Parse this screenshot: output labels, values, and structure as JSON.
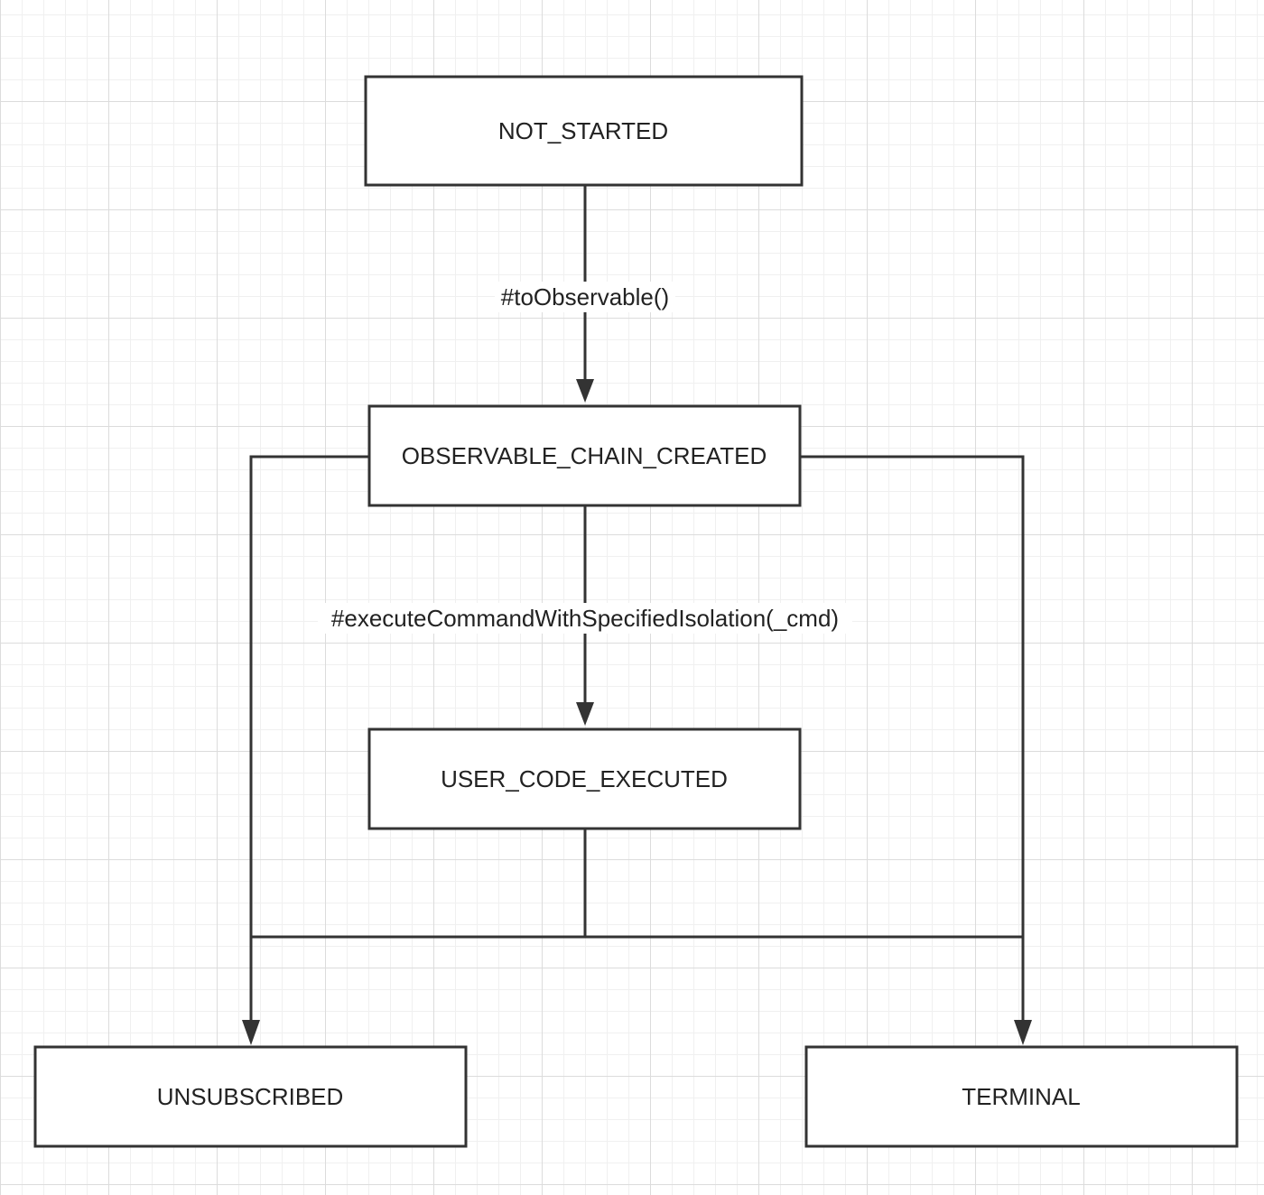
{
  "nodes": {
    "not_started": "NOT_STARTED",
    "observable_chain_created": "OBSERVABLE_CHAIN_CREATED",
    "user_code_executed": "USER_CODE_EXECUTED",
    "unsubscribed": "UNSUBSCRIBED",
    "terminal": "TERMINAL"
  },
  "edges": {
    "to_observable": "#toObservable()",
    "execute_command": "#executeCommandWithSpecifiedIsolation(_cmd)"
  }
}
